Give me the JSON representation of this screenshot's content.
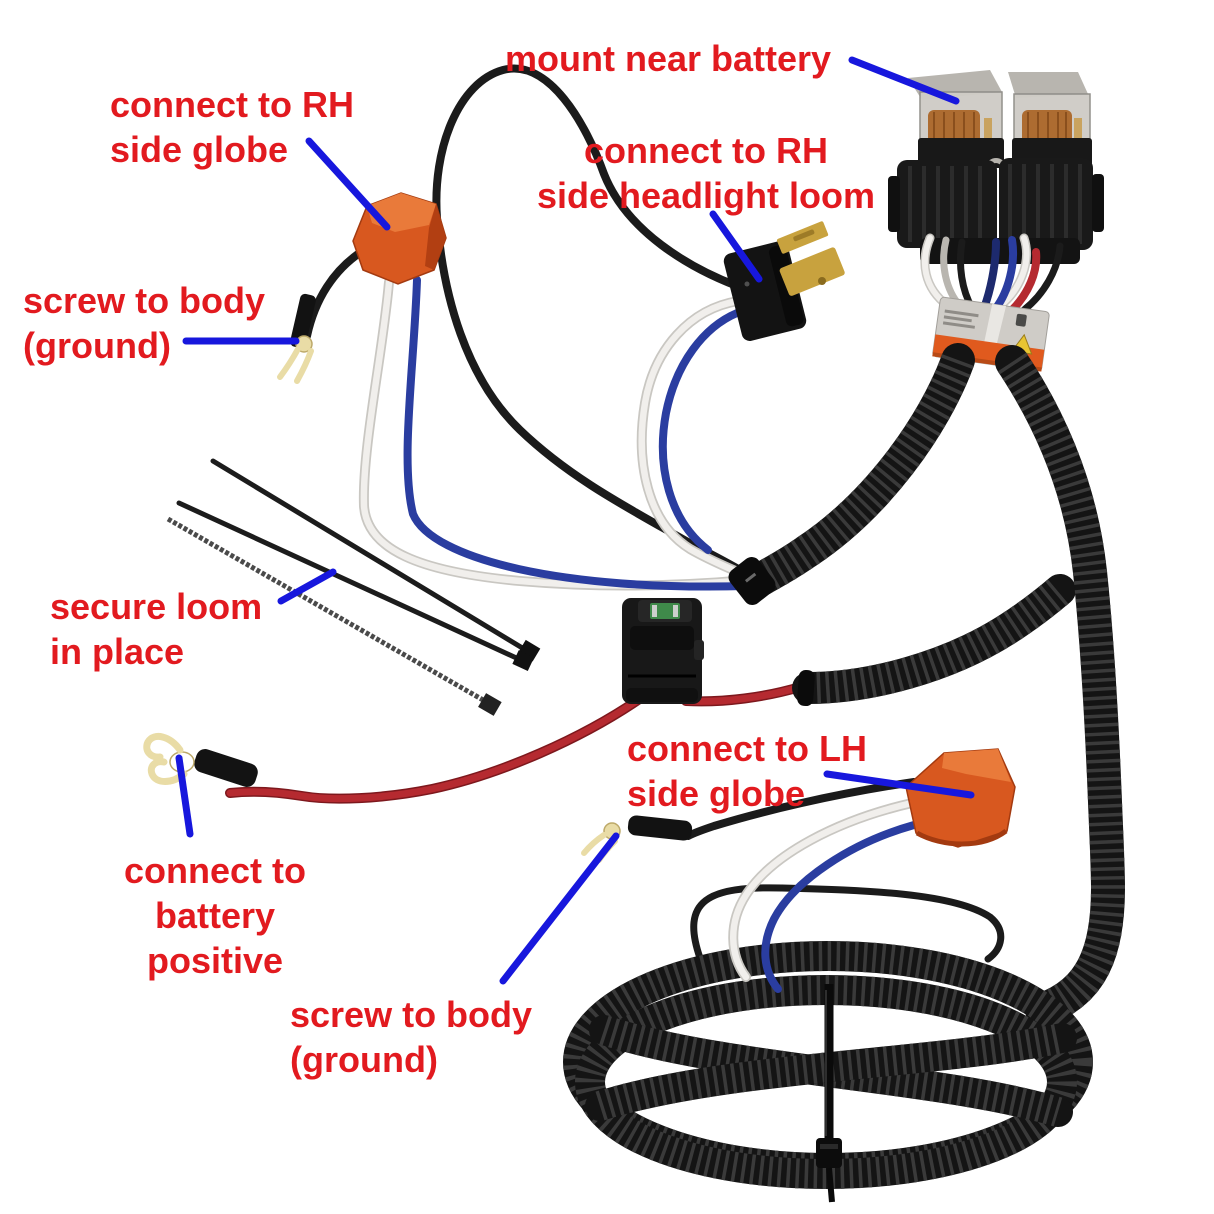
{
  "annotations": {
    "labels": [
      {
        "id": "mount_near_battery",
        "text": "mount near battery"
      },
      {
        "id": "connect_rh_globe",
        "text": "connect to RH\nside globe"
      },
      {
        "id": "connect_rh_loom",
        "text": "connect to RH\nside headlight loom"
      },
      {
        "id": "screw_ground_top",
        "text": "screw to body\n(ground)"
      },
      {
        "id": "secure_loom",
        "text": "secure loom\nin place"
      },
      {
        "id": "connect_lh_globe",
        "text": "connect to LH\nside globe"
      },
      {
        "id": "connect_battery_positive",
        "text": "connect to\nbattery positive"
      },
      {
        "id": "screw_ground_bottom",
        "text": "screw to body\n(ground)"
      }
    ]
  },
  "colors": {
    "background": "#ffffff",
    "annotation_red": "#e21a1f",
    "arrow_blue": "#1717dd",
    "connector_orange": "#d8581f",
    "connector_orange_dark": "#b23f12",
    "connector_orange_light": "#e97a3a",
    "wire_blue": "#2a3da0",
    "wire_white": "#f1efec",
    "wire_white_edge": "#c9c7c2",
    "wire_black": "#1b1b1b",
    "wire_red": "#b52a30",
    "wire_red_dark": "#7d181d",
    "loom_black": "#141414",
    "loom_rib": "#3a3a3a",
    "relay_silver": "#cfccc6",
    "relay_copper": "#ad6c31",
    "socket_black": "#191919",
    "terminal_brass": "#c8a23e",
    "fork_cream": "#e9dca6",
    "fuse_green": "#3f8a4a",
    "label_silver": "#cfccc7",
    "label_orange": "#e05a1e"
  }
}
